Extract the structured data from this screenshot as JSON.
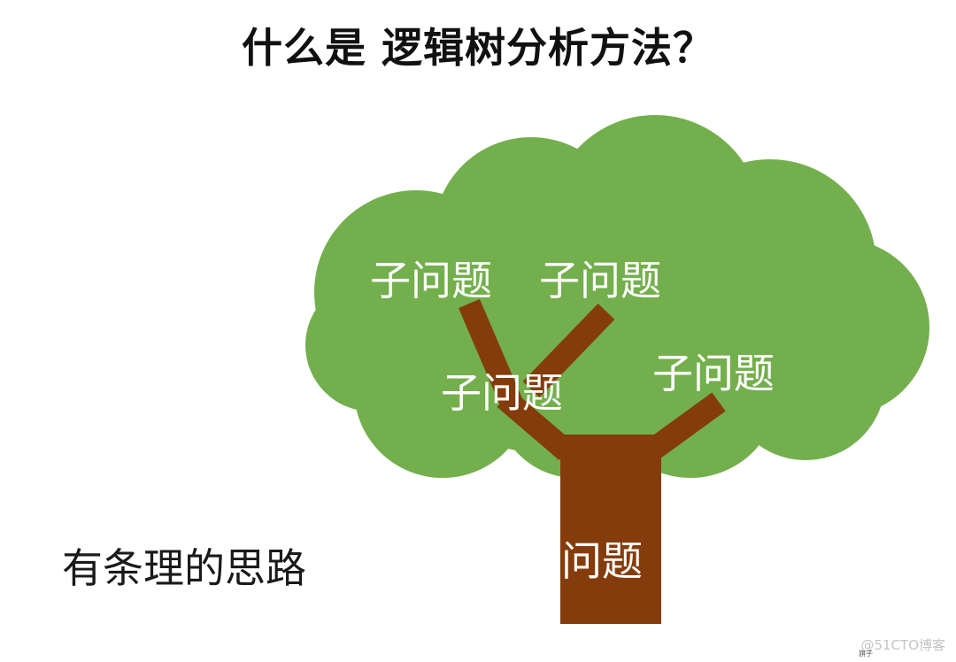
{
  "title": "什么是 逻辑树分析方法？",
  "caption": "有条理的思路",
  "tree": {
    "root_label": "问题",
    "sub_labels": [
      "子问题",
      "子问题",
      "子问题",
      "子问题"
    ],
    "colors": {
      "canopy": "#73af4c",
      "trunk": "#843c0c",
      "label": "#ffffff"
    }
  },
  "watermark": "@51CTO博客",
  "small_mark": "旗子"
}
